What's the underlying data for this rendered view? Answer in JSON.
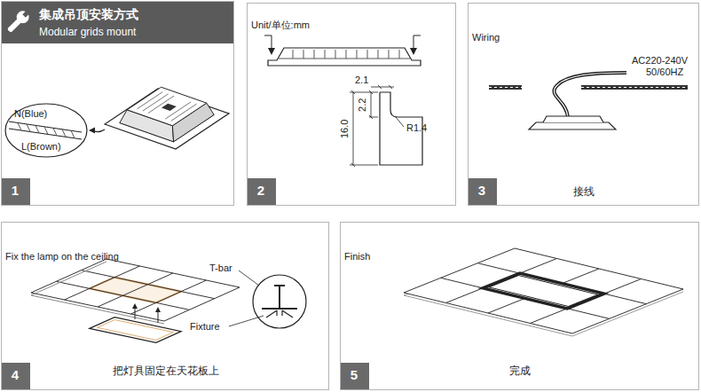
{
  "diagram": {
    "nodes": [
      {
        "text": []
      },
      {
        "text": [
          "集成吊顶安装方式",
          "Modular grids mount"
        ],
        "in": 0
      },
      {
        "text": [
          "N(Blue)",
          "L(Brown)"
        ],
        "in": 0
      },
      {
        "text": [
          "1"
        ],
        "in": 0
      },
      {
        "text": [
          "Unit/单位:mm"
        ]
      },
      {
        "text": [
          "2"
        ],
        "in": 4
      },
      {
        "text": [
          "接线",
          "Wiring"
        ]
      },
      {
        "text": [
          "3"
        ],
        "in": 6
      },
      {
        "text": [
          "把灯具固定在天花板上",
          "Fix the lamp on the ceiling"
        ]
      },
      {
        "text": [
          "4"
        ],
        "in": 8
      },
      {
        "text": [
          "完成",
          "Finish"
        ]
      },
      {
        "text": [
          "5"
        ],
        "in": 10
      }
    ],
    "labels": [
      "2.1",
      "2.2",
      "16.0",
      "R1.4",
      "AC220-240V",
      "50/60HZ",
      "T-bar",
      "Fixture"
    ]
  }
}
